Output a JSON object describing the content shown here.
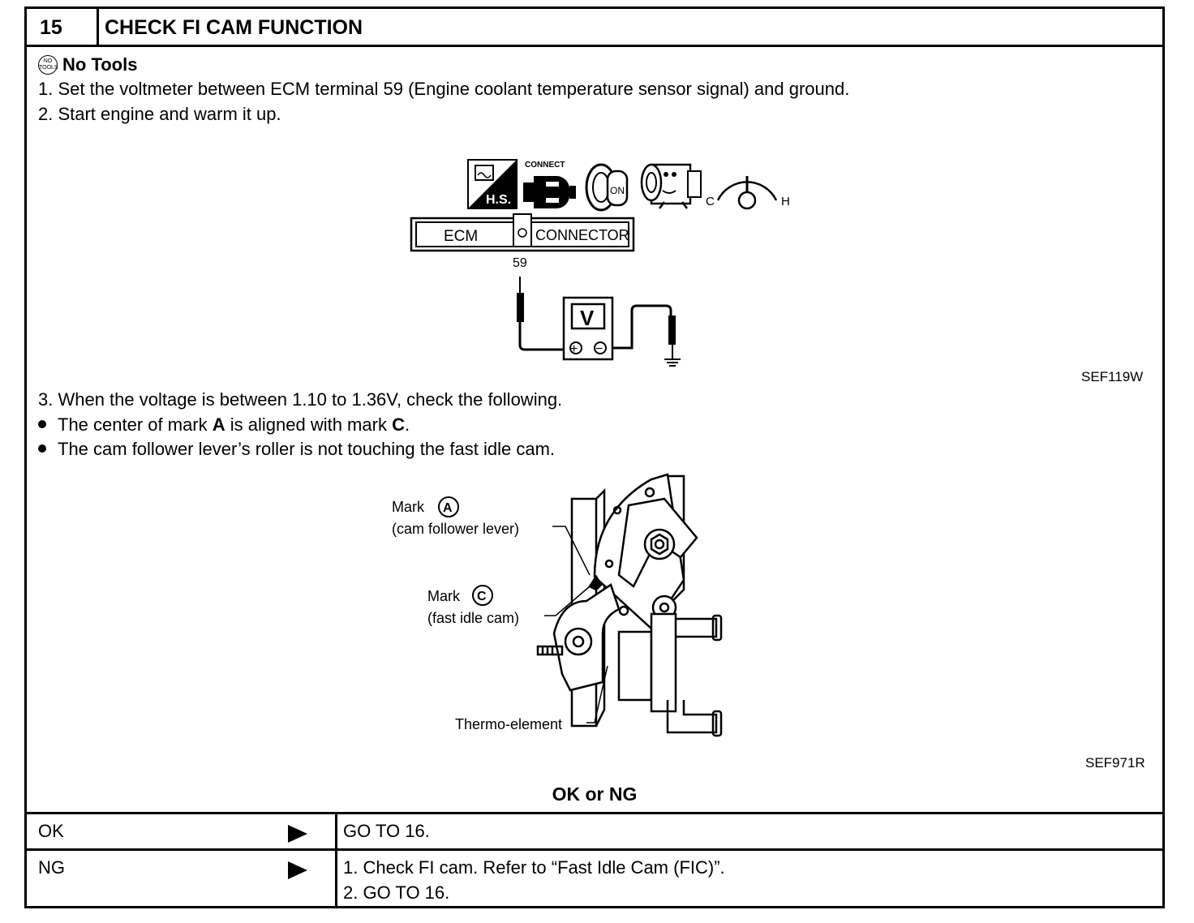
{
  "header": {
    "step_number": "15",
    "title": "CHECK FI CAM FUNCTION"
  },
  "tools": {
    "icon_text": "NO TOOLS",
    "label": "No Tools"
  },
  "steps": {
    "s1": "1.  Set the voltmeter between ECM terminal 59 (Engine coolant temperature sensor signal) and ground.",
    "s2": "2.  Start engine and warm it up.",
    "s3": "3.  When the voltage is between 1.10 to 1.36V, check the following."
  },
  "bullets": {
    "b1_pre": "The center of mark ",
    "b1_a": "A",
    "b1_mid": " is aligned with mark ",
    "b1_c": "C",
    "b1_end": ".",
    "b2": "The cam follower lever’s roller is not touching the fast idle cam."
  },
  "figure1": {
    "hs_label": "H.S.",
    "connect_label": "CONNECT",
    "on_label": "ON",
    "gauge_c": "C",
    "gauge_h": "H",
    "ecm_label": "ECM",
    "connector_label": "CONNECTOR",
    "terminal": "59",
    "meter_label": "V",
    "plus": "+",
    "minus": "−",
    "code": "SEF119W"
  },
  "figure2": {
    "mark_a_word": "Mark",
    "mark_a_letter": "A",
    "mark_a_desc": "(cam  follower  lever)",
    "mark_c_word": "Mark",
    "mark_c_letter": "C",
    "mark_c_desc": "(fast  idle  cam)",
    "thermo_label": "Thermo-element",
    "code": "SEF971R"
  },
  "result": {
    "heading": "OK or NG",
    "rows": [
      {
        "label": "OK",
        "action_1": "GO TO 16.",
        "action_2": ""
      },
      {
        "label": "NG",
        "action_1": "1.  Check FI cam. Refer to “Fast Idle Cam (FIC)”.",
        "action_2": "2.  GO TO 16."
      }
    ]
  }
}
